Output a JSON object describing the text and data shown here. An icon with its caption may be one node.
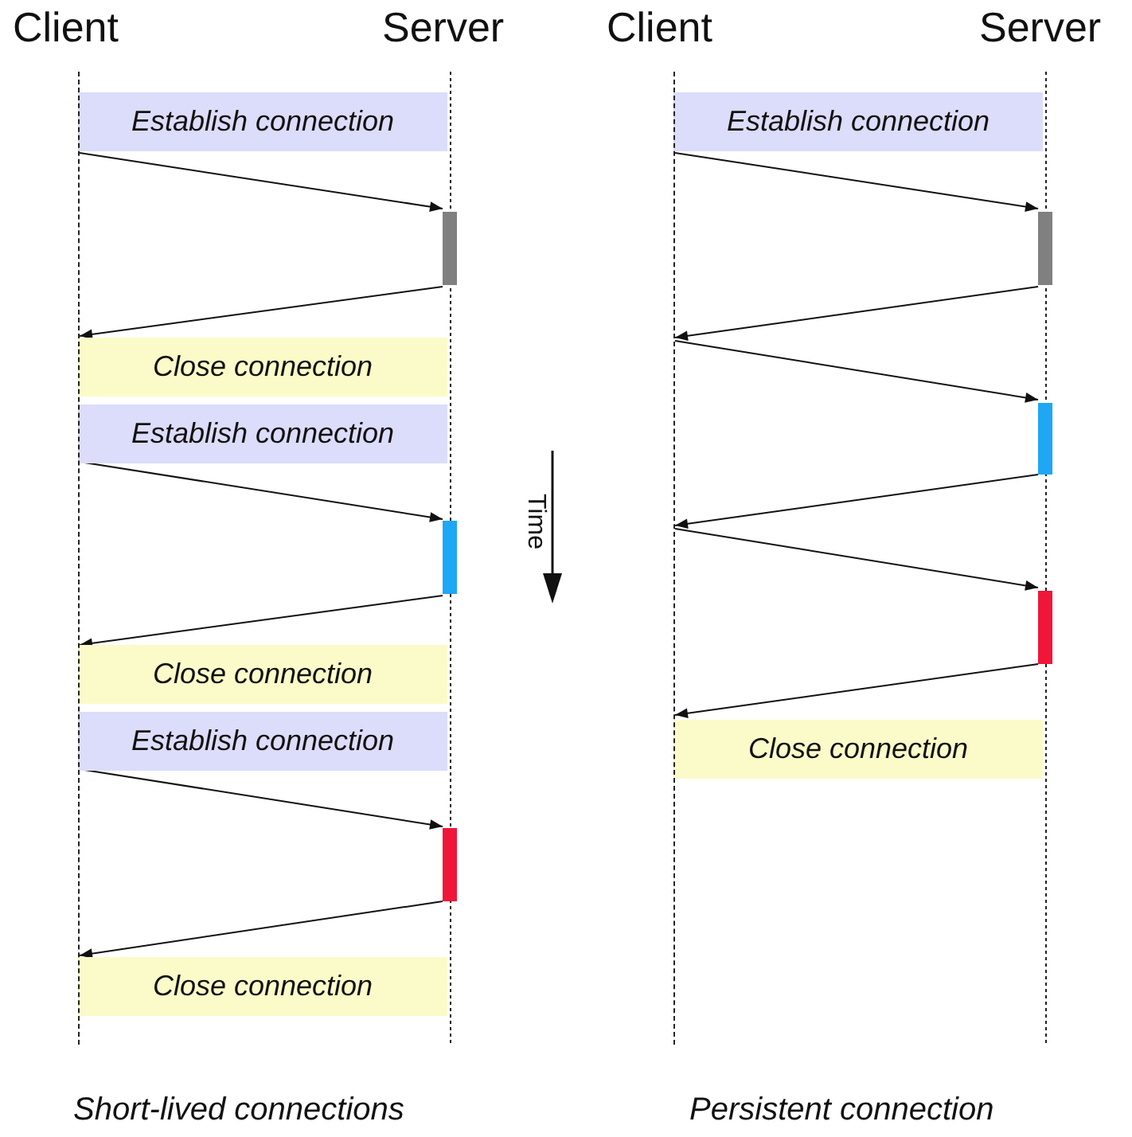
{
  "diagram": {
    "nodes": [
      {
        "text": [
          "Establish connection"
        ]
      },
      {
        "text": [],
        "shape": "bar"
      },
      {
        "text": [
          "Close connection"
        ]
      },
      {
        "text": [
          "Establish connection"
        ]
      },
      {
        "text": [],
        "shape": "bar"
      },
      {
        "text": [
          "Close connection"
        ]
      },
      {
        "text": [
          "Establish connection"
        ]
      },
      {
        "text": [],
        "shape": "bar"
      },
      {
        "text": [
          "Close connection"
        ]
      },
      {
        "text": [
          "Establish connection"
        ]
      },
      {
        "text": [],
        "shape": "bar"
      },
      {
        "text": [],
        "shape": "bar"
      },
      {
        "text": [],
        "shape": "bar"
      },
      {
        "text": [
          "Close connection"
        ]
      },
      {
        "text": [],
        "shape": "line"
      },
      {
        "text": [],
        "shape": "line"
      }
    ],
    "edges": [
      {
        "from": 14,
        "to": 1,
        "arrow": "to"
      },
      {
        "from": 1,
        "to": 14,
        "arrow": "to"
      },
      {
        "from": 14,
        "to": 4,
        "arrow": "to"
      },
      {
        "from": 4,
        "to": 14,
        "arrow": "to"
      },
      {
        "from": 14,
        "to": 7,
        "arrow": "to"
      },
      {
        "from": 7,
        "to": 14,
        "arrow": "to"
      },
      {
        "from": 15,
        "to": 10,
        "arrow": "to"
      },
      {
        "from": 10,
        "to": 15,
        "arrow": "to"
      },
      {
        "from": 15,
        "to": 11,
        "arrow": "to"
      },
      {
        "from": 11,
        "to": 15,
        "arrow": "to"
      },
      {
        "from": 15,
        "to": 12,
        "arrow": "to"
      },
      {
        "from": 12,
        "to": 15,
        "arrow": "to"
      }
    ],
    "labels": [
      "Client",
      "Server",
      "Client",
      "Server",
      "Time",
      "Short-lived connections",
      "Persistent connection"
    ]
  }
}
